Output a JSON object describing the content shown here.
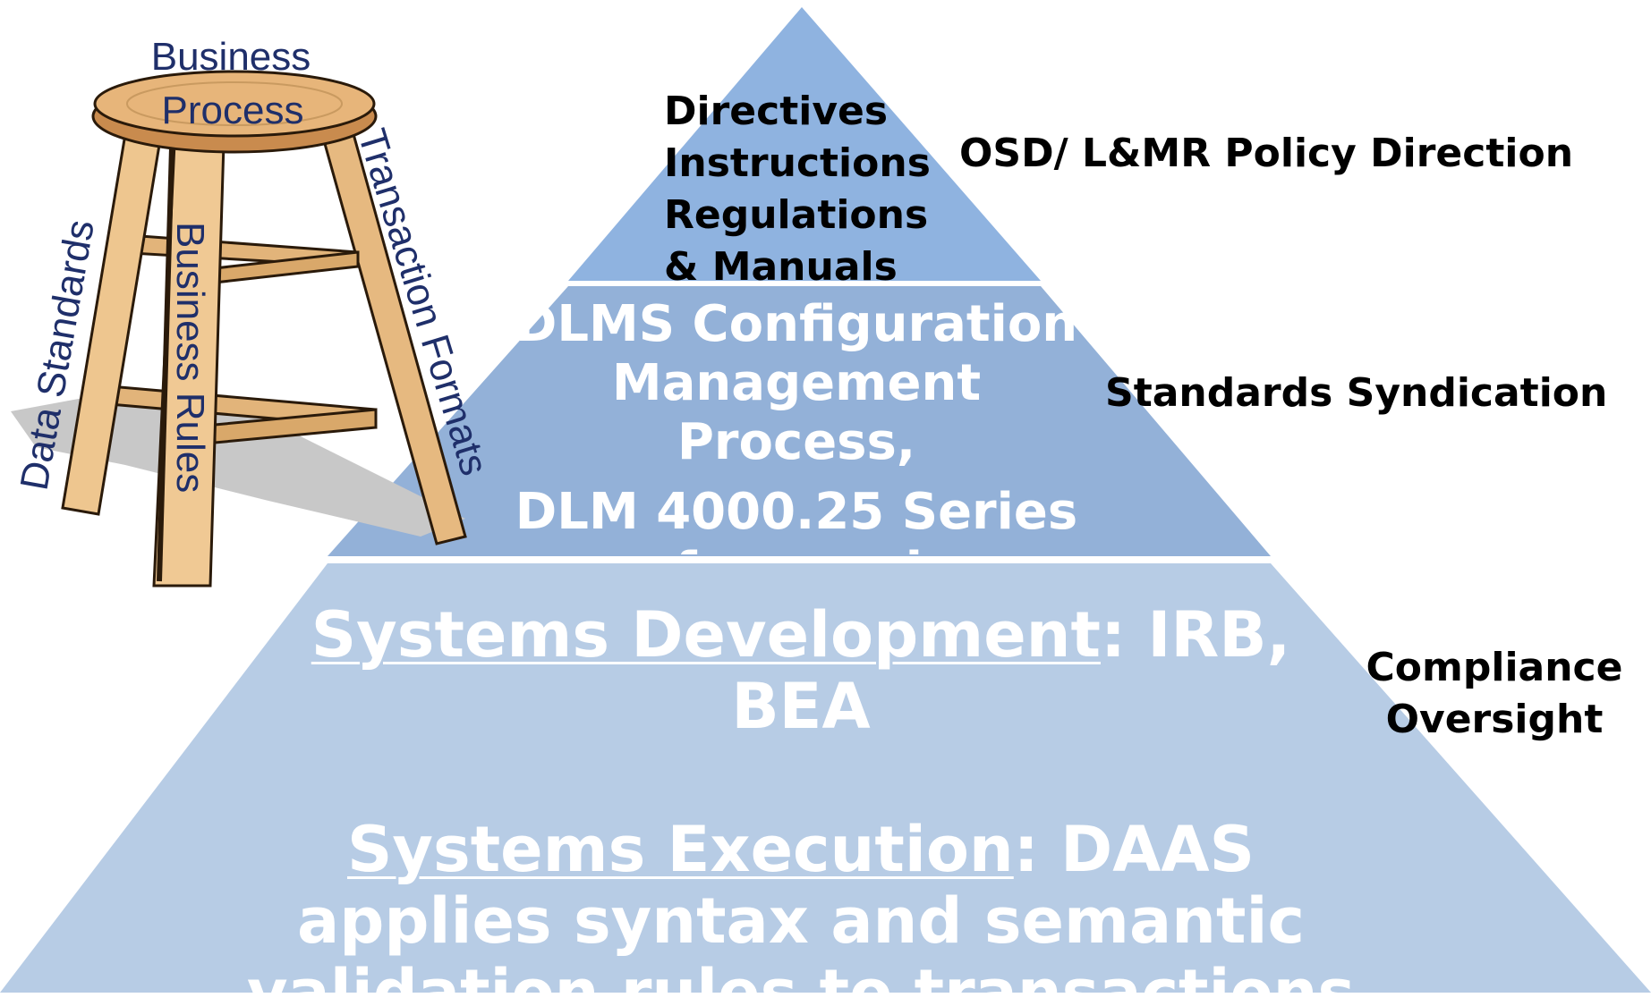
{
  "stool": {
    "seat_label_line1": "Business",
    "seat_label_line2": "Process",
    "leg_labels": [
      "Data Standards",
      "Business Rules",
      "Transaction Formats"
    ]
  },
  "tiers": {
    "top": {
      "lines": [
        "Directives",
        "Instructions",
        "Regulations",
        "& Manuals"
      ],
      "side_label": "OSD/ L&MR Policy Direction",
      "color": "#8fb3e0"
    },
    "middle": {
      "lines": [
        "DLMS Configuration",
        "Management",
        "Process,",
        "DLM 4000.25 Series",
        "of manuals"
      ],
      "side_label": "Standards Syndication",
      "color": "#93b1d8"
    },
    "bottom": {
      "block1_underlined": "Systems Development",
      "block1_rest": ": IRB,",
      "block1_line2": "BEA",
      "block2_underlined": "Systems Execution",
      "block2_rest": ":  DAAS",
      "block2_line2": "applies syntax and semantic",
      "block2_line3": "validation rules to transactions",
      "side_label_line1": "Compliance",
      "side_label_line2": "Oversight",
      "color": "#b7cce5"
    }
  }
}
